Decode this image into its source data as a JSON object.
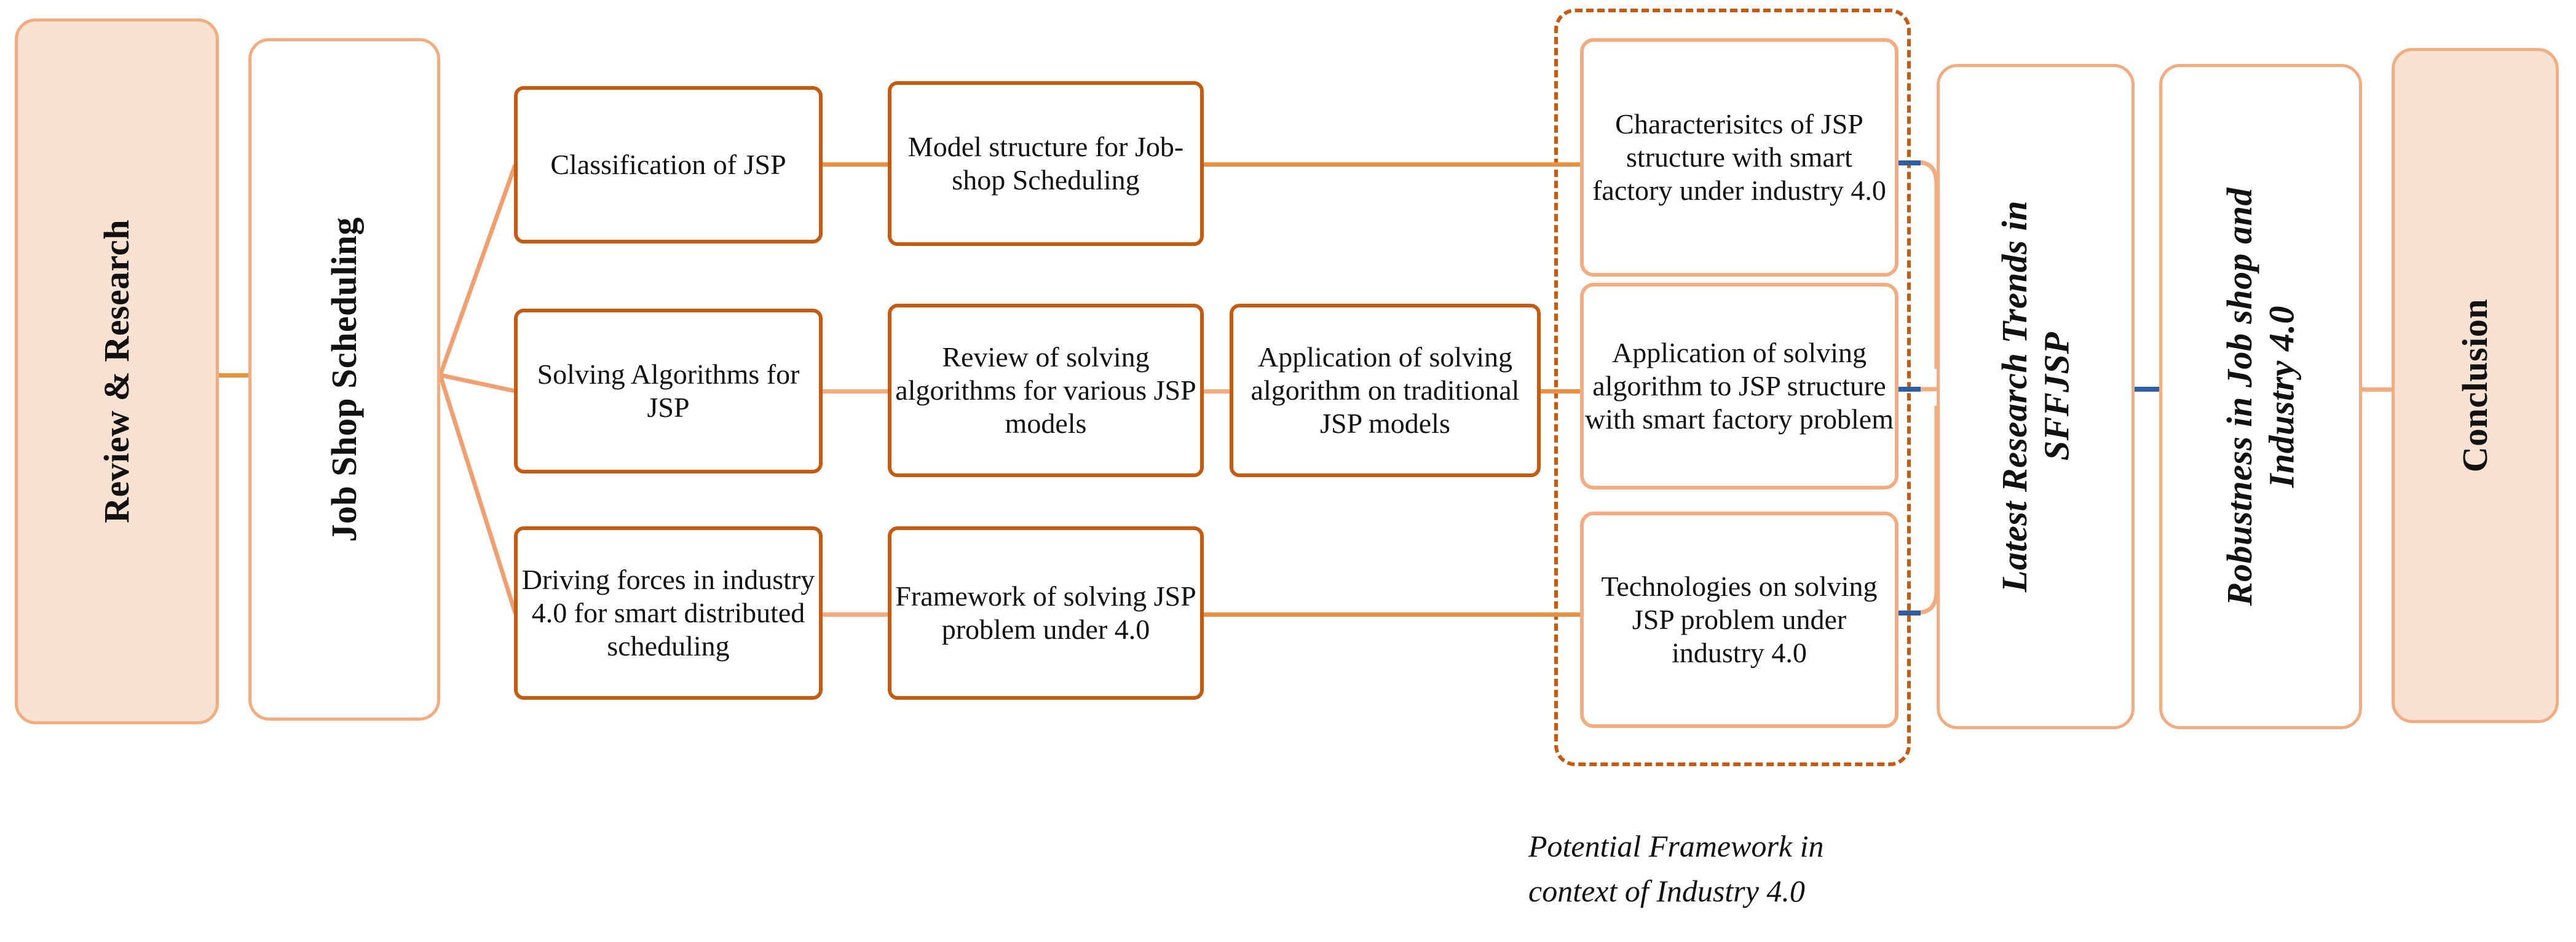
{
  "diagram": {
    "title_caption": "Potential Framework in\ncontext of Industry 4.0",
    "colors": {
      "accent_dark": "#C55A11",
      "accent_light": "#F3AC80",
      "fill_tint": "#FAE2D2",
      "connector": "#E8903F",
      "marker_blue": "#2E5FA3",
      "background": "#FFFFFF",
      "text": "#111111"
    }
  },
  "pillars": {
    "review_research": "Review & Research",
    "job_shop_scheduling": "Job Shop Scheduling",
    "latest_research_trends": "Latest Research Trends in\nSFFJSP",
    "robustness": "Robustness in Job shop and\nIndustry 4.0",
    "conclusion": "Conclusion"
  },
  "rows": [
    {
      "id": "row-classification",
      "boxes": [
        "Classification of\nJSP",
        "Model structure\nfor Job-shop\nScheduling"
      ],
      "framework_box": "Characterisitcs of\nJSP structure\nwith smart\nfactory under\nindustry 4.0"
    },
    {
      "id": "row-solving-algorithms",
      "boxes": [
        "Solving\nAlgorithms for\nJSP",
        "Review of solving\nalgorithms for\nvarious JSP\nmodels",
        "Application of\nsolving algorithm\non traditional JSP\nmodels"
      ],
      "framework_box": "Application of\nsolving algorithm\nto JSP structure\nwith smart\nfactory problem"
    },
    {
      "id": "row-driving-forces",
      "boxes": [
        "Driving forces in\nindustry 4.0 for\nsmart distributed\nscheduling",
        "Framework of\nsolving JSP\nproblem under\n4.0"
      ],
      "framework_box": "Technologies on\nsolving JSP\nproblem under\nindustry 4.0"
    }
  ]
}
